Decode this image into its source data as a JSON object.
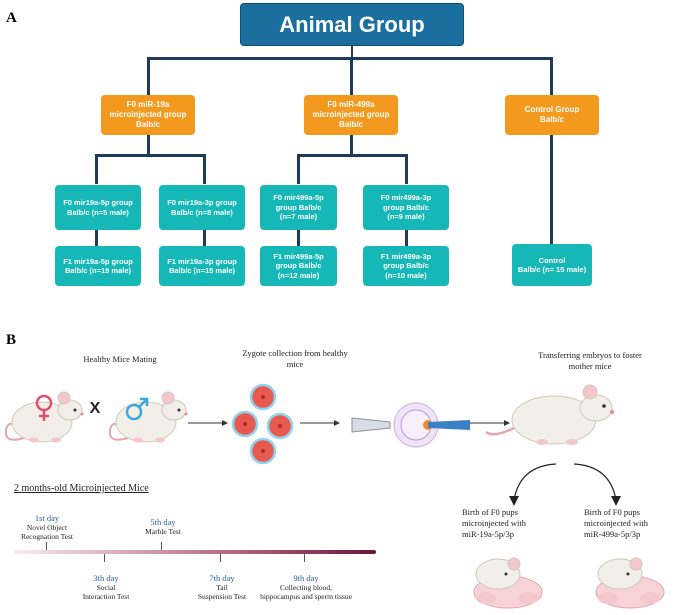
{
  "panel_a": {
    "letter": "A",
    "title": "Animal Group",
    "groups": [
      {
        "label": "F0 miR-19a\nmicroinjected group\nBalb/c"
      },
      {
        "label": "F0 miR-499a\nmicroinjected group\nBalb/c"
      },
      {
        "label": "Control Group\nBalb/c"
      }
    ],
    "subgroups": [
      {
        "f0": "F0 mir19a-5p group\nBalb/c (n=5 male)",
        "f1": "F1 mir19a-5p group\nBalb/c (n=19 male)"
      },
      {
        "f0": "F0 mir19a-3p group\nBalb/c (n=8 male)",
        "f1": "F1 mir19a-3p group\nBalb/c (n=15 male)"
      },
      {
        "f0": "F0 mir499a-5p\ngroup Balb/c\n(n=7 male)",
        "f1": "F1 mir499a-5p\ngroup Balb/c\n(n=12 male)"
      },
      {
        "f0": "F0 mir499a-3p\ngroup Balb/c\n(n=9 male)",
        "f1": "F1 mir499a-3p\ngroup Balb/c\n(n=10 male)"
      }
    ],
    "control": "Control\nBalb/c (n= 15 male)"
  },
  "panel_b": {
    "letter": "B",
    "step1": "Healthy Mice Mating",
    "cross": "X",
    "step2": "Zygote collection from healthy\nmice",
    "step3": "Transferring embryos to foster\nmother mice",
    "birth_left": "Birth of F0 pups\nmicroinjected  with\nmiR-19a-5p/3p",
    "birth_right": "Birth of F0 pups\nmicroinjected  with\nmiR-499a-5p/3p",
    "timeline_title": "2 months-old Microinjected Mice",
    "timeline_top": [
      {
        "day": "1st day",
        "text": "Novel Object\nRecognation Test"
      },
      {
        "day": "5th day",
        "text": "Marble Test"
      }
    ],
    "timeline_bottom": [
      {
        "day": "3th day",
        "text": "Social\nInteraction Test"
      },
      {
        "day": "7th day",
        "text": "Tail\nSuspension Test"
      },
      {
        "day": "9th day",
        "text": "Collecting blood,\nhippocampus and sperm tissue"
      }
    ],
    "colors": {
      "female": "#e0506a",
      "male": "#3fa7d6",
      "timeline_start": "#f6eef0",
      "timeline_end": "#6b1538"
    }
  }
}
